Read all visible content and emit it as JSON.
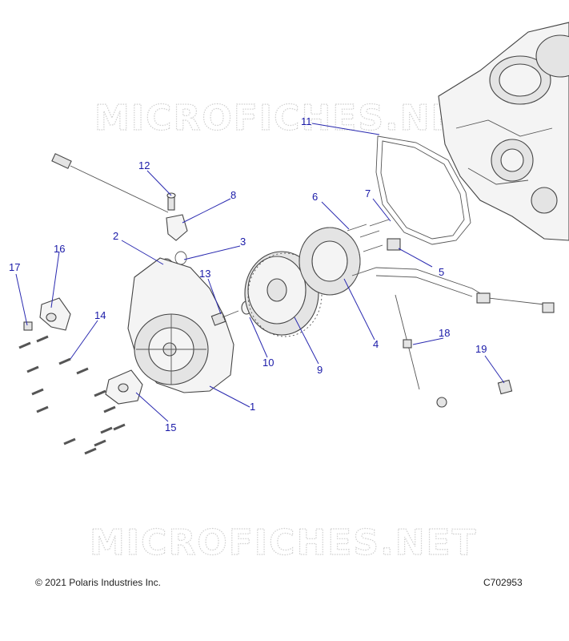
{
  "watermark": "MICROFICHES.NET",
  "footer": {
    "copyright": "© 2021 Polaris Industries Inc.",
    "diagram_code": "C702953"
  },
  "callouts": [
    {
      "id": "1",
      "label": "1"
    },
    {
      "id": "2",
      "label": "2"
    },
    {
      "id": "3",
      "label": "3"
    },
    {
      "id": "4",
      "label": "4"
    },
    {
      "id": "5",
      "label": "5"
    },
    {
      "id": "6",
      "label": "6"
    },
    {
      "id": "7",
      "label": "7"
    },
    {
      "id": "8",
      "label": "8"
    },
    {
      "id": "9",
      "label": "9"
    },
    {
      "id": "10",
      "label": "10"
    },
    {
      "id": "11",
      "label": "11"
    },
    {
      "id": "12",
      "label": "12"
    },
    {
      "id": "13",
      "label": "13"
    },
    {
      "id": "14",
      "label": "14"
    },
    {
      "id": "15",
      "label": "15"
    },
    {
      "id": "16",
      "label": "16"
    },
    {
      "id": "17",
      "label": "17"
    },
    {
      "id": "18",
      "label": "18"
    },
    {
      "id": "19",
      "label": "19"
    }
  ]
}
